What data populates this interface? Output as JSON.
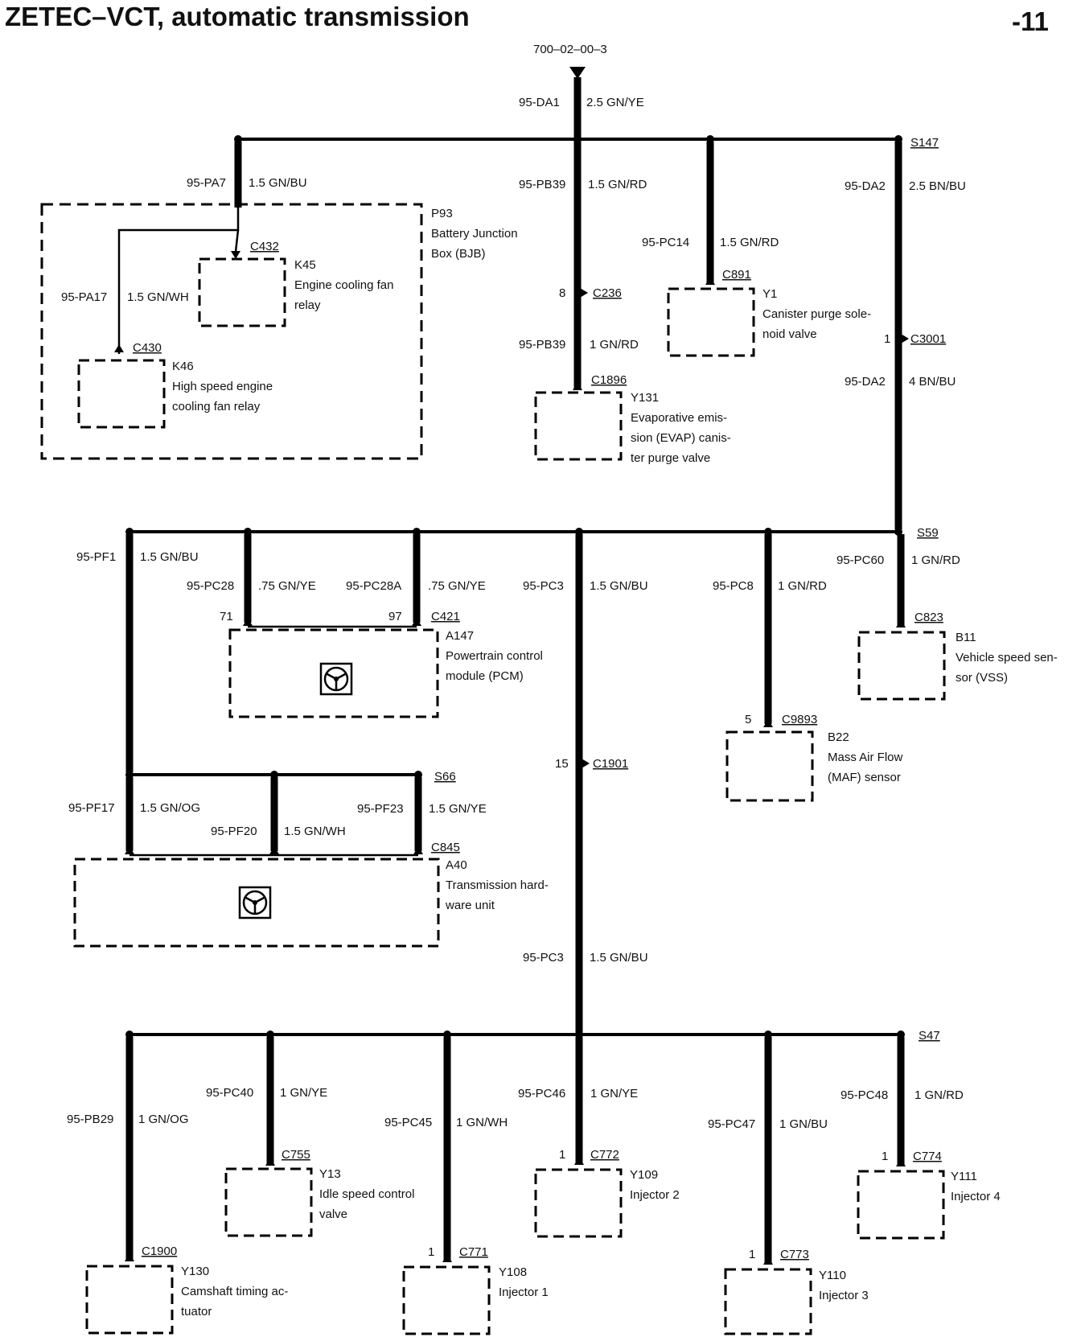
{
  "title": "ZETEC–VCT, automatic transmission",
  "page_number": "-11",
  "source_ref": "700–02–00–3",
  "splices": {
    "s147": "S147",
    "s59": "S59",
    "s66": "S66",
    "s47": "S47"
  },
  "wires": {
    "da1": {
      "circuit": "95-DA1",
      "spec": "2.5 GN/YE"
    },
    "pa7": {
      "circuit": "95-PA7",
      "spec": "1.5 GN/BU"
    },
    "pa17": {
      "circuit": "95-PA17",
      "spec": "1.5 GN/WH"
    },
    "pb39a": {
      "circuit": "95-PB39",
      "spec": "1.5 GN/RD"
    },
    "pb39b": {
      "circuit": "95-PB39",
      "spec": "1 GN/RD"
    },
    "pc14": {
      "circuit": "95-PC14",
      "spec": "1.5 GN/RD"
    },
    "da2a": {
      "circuit": "95-DA2",
      "spec": "2.5 BN/BU"
    },
    "da2b": {
      "circuit": "95-DA2",
      "spec": "4 BN/BU"
    },
    "pf1": {
      "circuit": "95-PF1",
      "spec": "1.5 GN/BU"
    },
    "pc28": {
      "circuit": "95-PC28",
      "spec": ".75 GN/YE"
    },
    "pc28a": {
      "circuit": "95-PC28A",
      "spec": ".75 GN/YE"
    },
    "pc3a": {
      "circuit": "95-PC3",
      "spec": "1.5 GN/BU"
    },
    "pc8": {
      "circuit": "95-PC8",
      "spec": "1 GN/RD"
    },
    "pc60": {
      "circuit": "95-PC60",
      "spec": "1 GN/RD"
    },
    "pf17": {
      "circuit": "95-PF17",
      "spec": "1.5 GN/OG"
    },
    "pf20": {
      "circuit": "95-PF20",
      "spec": "1.5 GN/WH"
    },
    "pf23": {
      "circuit": "95-PF23",
      "spec": "1.5 GN/YE"
    },
    "pc3b": {
      "circuit": "95-PC3",
      "spec": "1.5 GN/BU"
    },
    "pb29": {
      "circuit": "95-PB29",
      "spec": "1 GN/OG"
    },
    "pc40": {
      "circuit": "95-PC40",
      "spec": "1 GN/YE"
    },
    "pc45": {
      "circuit": "95-PC45",
      "spec": "1 GN/WH"
    },
    "pc46": {
      "circuit": "95-PC46",
      "spec": "1 GN/YE"
    },
    "pc47": {
      "circuit": "95-PC47",
      "spec": "1 GN/BU"
    },
    "pc48": {
      "circuit": "95-PC48",
      "spec": "1 GN/RD"
    }
  },
  "connectors": {
    "c432": "C432",
    "c430": "C430",
    "c236": "C236",
    "c1896": "C1896",
    "c891": "C891",
    "c3001": "C3001",
    "c421": "C421",
    "c823": "C823",
    "c9893": "C9893",
    "c1901": "C1901",
    "c845": "C845",
    "c1900": "C1900",
    "c755": "C755",
    "c771": "C771",
    "c772": "C772",
    "c773": "C773",
    "c774": "C774"
  },
  "pins": {
    "c236": "8",
    "c3001": "1",
    "pcm_a": "71",
    "pcm_b": "97",
    "c9893": "5",
    "c1901": "15",
    "c771": "1",
    "c772": "1",
    "c773": "1",
    "c774": "1"
  },
  "components": {
    "p93": {
      "id": "P93",
      "lines": [
        "Battery Junction",
        "Box (BJB)"
      ]
    },
    "k45": {
      "id": "K45",
      "lines": [
        "Engine cooling fan",
        "relay"
      ]
    },
    "k46": {
      "id": "K46",
      "lines": [
        "High speed engine",
        "cooling fan relay"
      ]
    },
    "y131": {
      "id": "Y131",
      "lines": [
        "Evaporative emis-",
        "sion (EVAP) canis-",
        "ter purge valve"
      ]
    },
    "y1": {
      "id": "Y1",
      "lines": [
        "Canister purge sole-",
        "noid valve"
      ]
    },
    "a147": {
      "id": "A147",
      "lines": [
        "Powertrain control",
        "module (PCM)"
      ]
    },
    "b11": {
      "id": "B11",
      "lines": [
        "Vehicle speed sen-",
        "sor (VSS)"
      ]
    },
    "b22": {
      "id": "B22",
      "lines": [
        "Mass Air Flow",
        "(MAF) sensor"
      ]
    },
    "a40": {
      "id": "A40",
      "lines": [
        "Transmission hard-",
        "ware unit"
      ]
    },
    "y130": {
      "id": "Y130",
      "lines": [
        "Camshaft timing ac-",
        "tuator"
      ]
    },
    "y13": {
      "id": "Y13",
      "lines": [
        "Idle speed control",
        "valve"
      ]
    },
    "y108": {
      "id": "Y108",
      "lines": [
        "Injector 1"
      ]
    },
    "y109": {
      "id": "Y109",
      "lines": [
        "Injector 2"
      ]
    },
    "y110": {
      "id": "Y110",
      "lines": [
        "Injector 3"
      ]
    },
    "y111": {
      "id": "Y111",
      "lines": [
        "Injector 4"
      ]
    }
  }
}
